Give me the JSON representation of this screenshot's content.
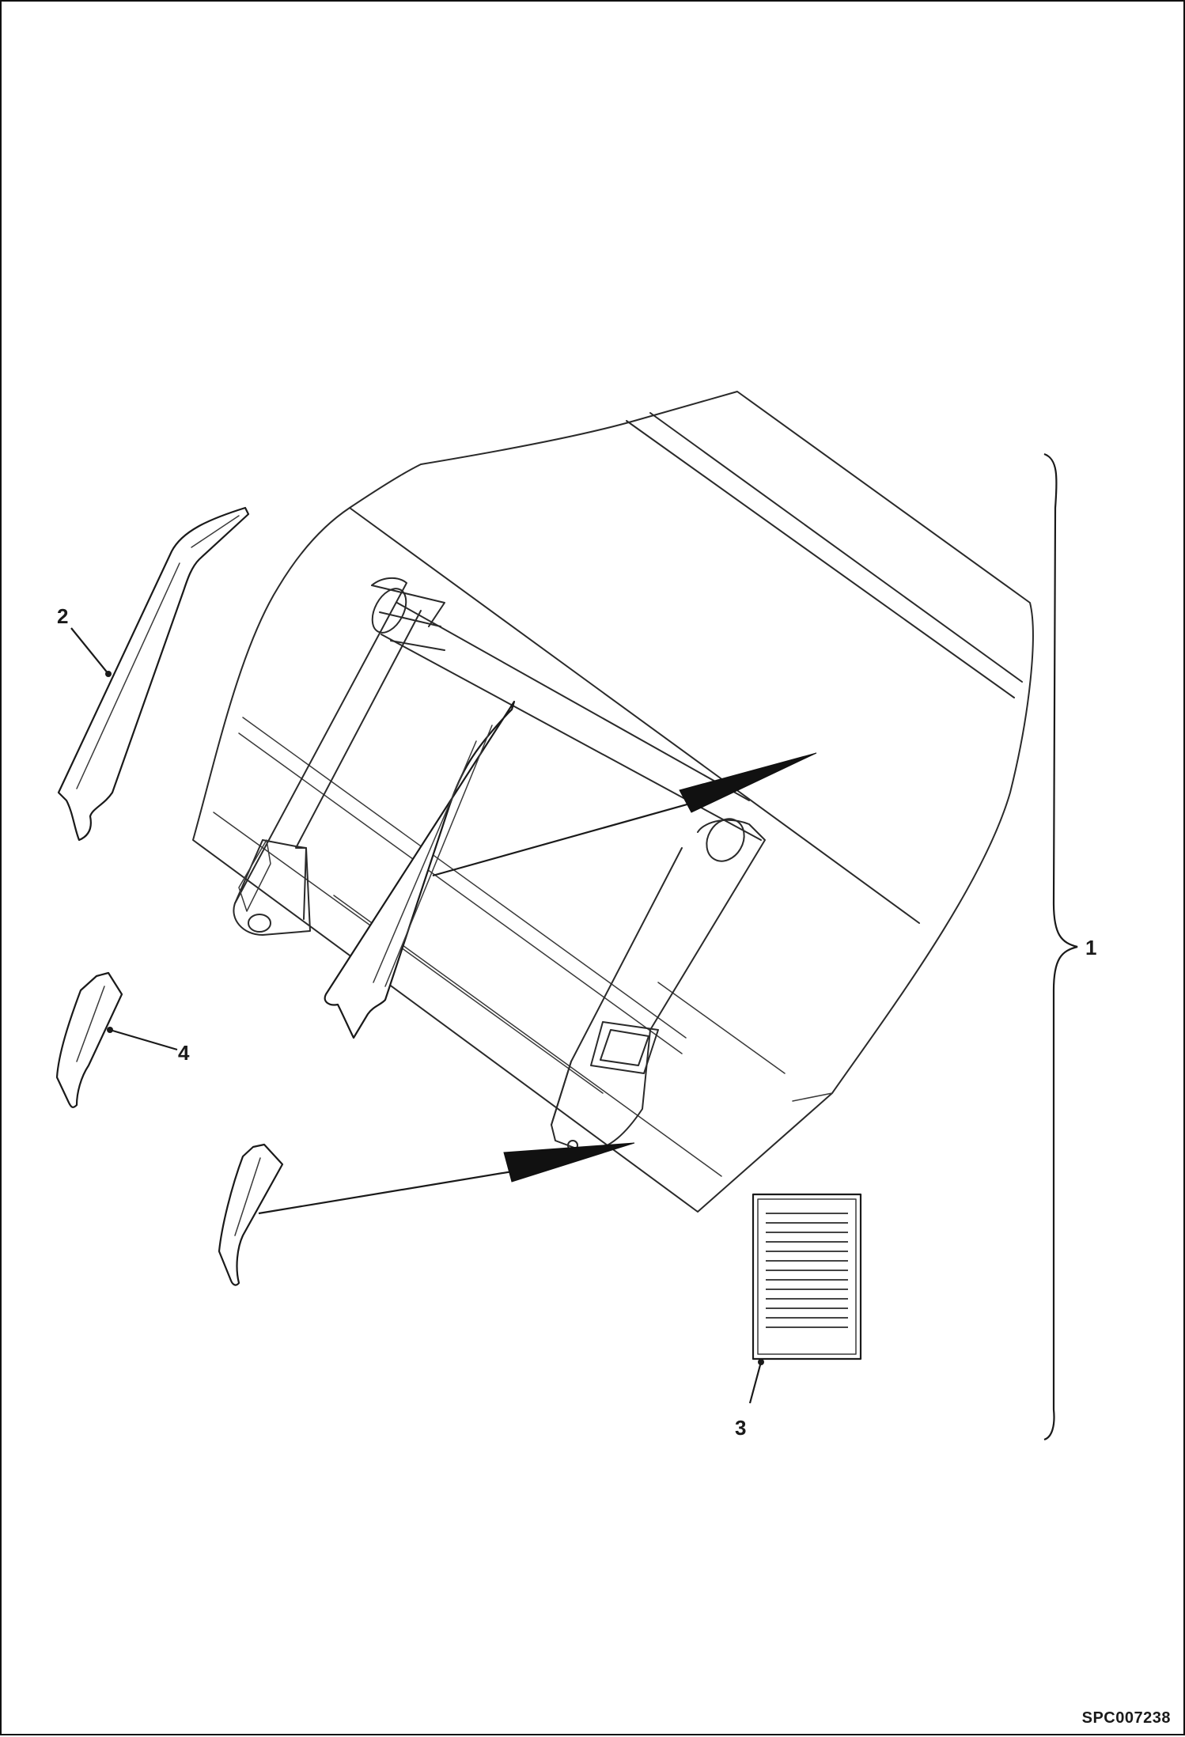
{
  "callouts": {
    "c1": "1",
    "c2": "2",
    "c3": "3",
    "c4": "4"
  },
  "reference_code": "SPC007238",
  "colors": {
    "line": "#2a2a2a",
    "background": "#ffffff",
    "arrow": "#111111"
  }
}
